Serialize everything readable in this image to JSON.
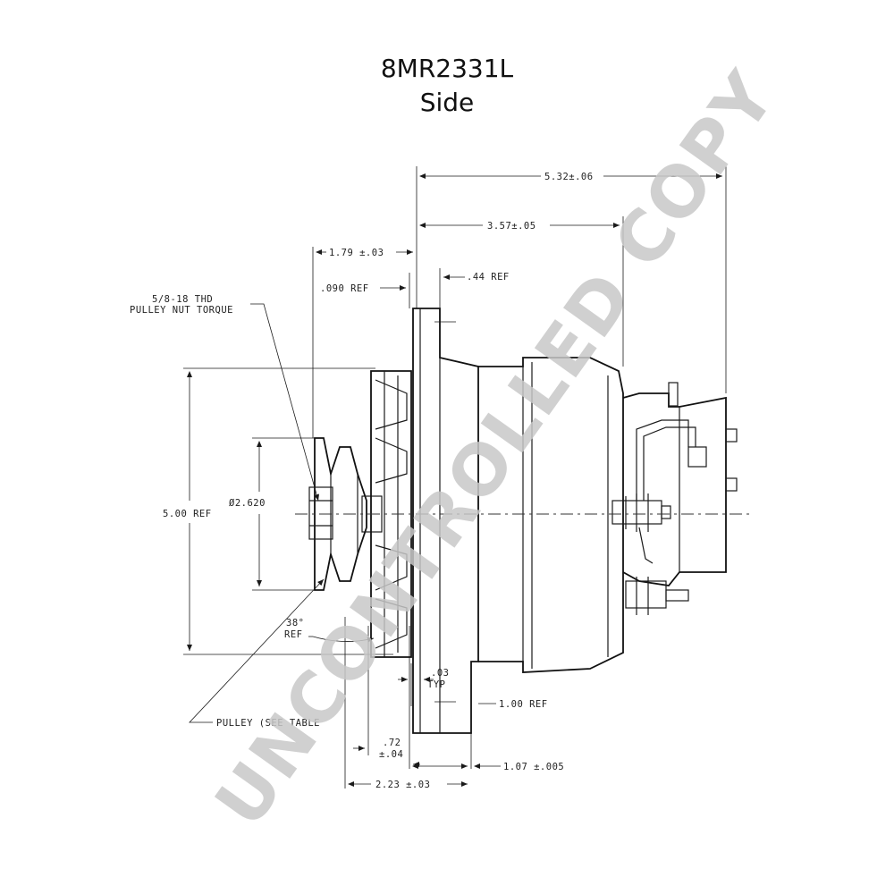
{
  "title": {
    "part_number": "8MR2331L",
    "view": "Side"
  },
  "dimensions": {
    "overall_length": "5.32±.06",
    "housing_length": "3.57±.05",
    "pulley_offset": "1.79 ±.03",
    "gap_ref": ".090 REF",
    "flange_ref": ".44 REF",
    "height_ref": "5.00 REF",
    "pulley_diameter": "Ø2.620",
    "groove_angle": "38°",
    "groove_angle_ref": "REF",
    "wall_typ": ".03",
    "wall_typ_label": "TYP",
    "mount_ref": "1.00 REF",
    "hub_depth": ".72",
    "hub_depth_tol": "±.04",
    "mount_width": "1.07 ±.005",
    "pulley_to_mount": "2.23 ±.03"
  },
  "callouts": {
    "pulley_nut_line1": "5/8-18 THD",
    "pulley_nut_line2": "PULLEY NUT TORQUE",
    "pulley_note": "PULLEY (SEE TABLE"
  },
  "watermark": "UNCONTROLLED COPY"
}
